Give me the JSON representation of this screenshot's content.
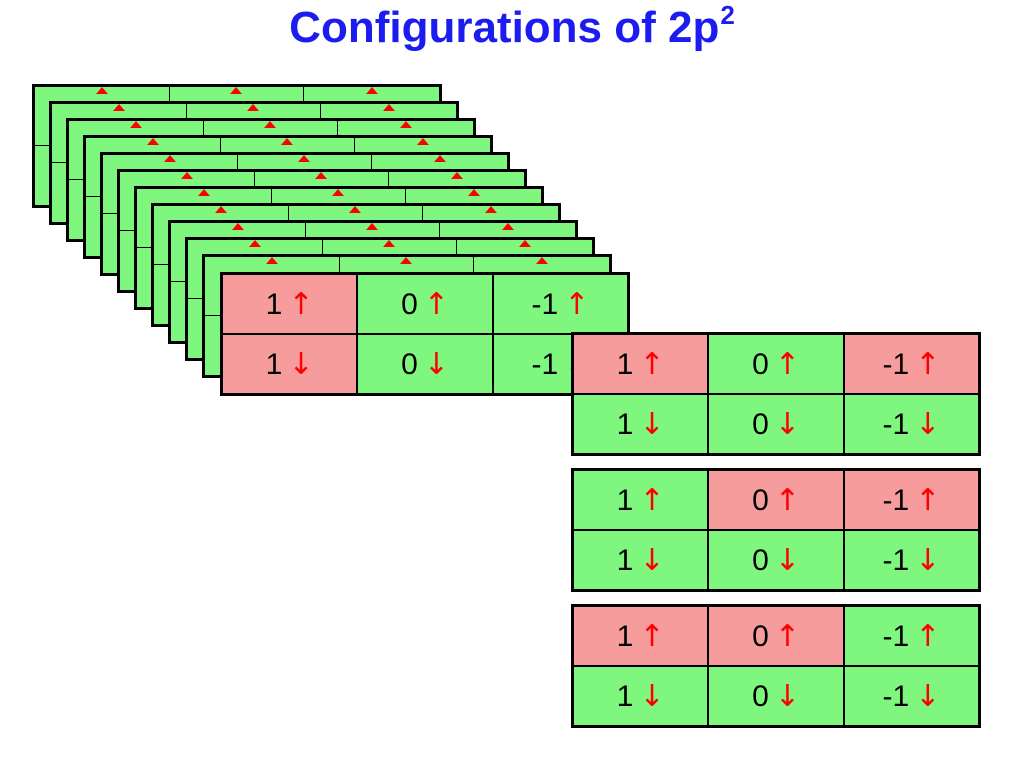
{
  "title": {
    "text": "Configurations of 2p",
    "superscript": "2"
  },
  "colors": {
    "title": "#1c1cf0",
    "empty_cell": "#7ff77f",
    "occupied_cell": "#f79c9c",
    "arrow": "#ff0000",
    "border": "#000000"
  },
  "stack": {
    "back_layer_count": 11
  },
  "config_tables": [
    {
      "rows": [
        [
          {
            "ml": "1",
            "spin": "↑",
            "occupied": true
          },
          {
            "ml": "0",
            "spin": "↑",
            "occupied": false
          },
          {
            "ml": "-1",
            "spin": "↑",
            "occupied": false
          }
        ],
        [
          {
            "ml": "1",
            "spin": "↓",
            "occupied": true
          },
          {
            "ml": "0",
            "spin": "↓",
            "occupied": false
          },
          {
            "ml": "-1",
            "spin": "↓",
            "occupied": false
          }
        ]
      ]
    },
    {
      "rows": [
        [
          {
            "ml": "1",
            "spin": "↑",
            "occupied": true
          },
          {
            "ml": "0",
            "spin": "↑",
            "occupied": false
          },
          {
            "ml": "-1",
            "spin": "↑",
            "occupied": true
          }
        ],
        [
          {
            "ml": "1",
            "spin": "↓",
            "occupied": false
          },
          {
            "ml": "0",
            "spin": "↓",
            "occupied": false
          },
          {
            "ml": "-1",
            "spin": "↓",
            "occupied": false
          }
        ]
      ]
    },
    {
      "rows": [
        [
          {
            "ml": "1",
            "spin": "↑",
            "occupied": false
          },
          {
            "ml": "0",
            "spin": "↑",
            "occupied": true
          },
          {
            "ml": "-1",
            "spin": "↑",
            "occupied": true
          }
        ],
        [
          {
            "ml": "1",
            "spin": "↓",
            "occupied": false
          },
          {
            "ml": "0",
            "spin": "↓",
            "occupied": false
          },
          {
            "ml": "-1",
            "spin": "↓",
            "occupied": false
          }
        ]
      ]
    },
    {
      "rows": [
        [
          {
            "ml": "1",
            "spin": "↑",
            "occupied": true
          },
          {
            "ml": "0",
            "spin": "↑",
            "occupied": true
          },
          {
            "ml": "-1",
            "spin": "↑",
            "occupied": false
          }
        ],
        [
          {
            "ml": "1",
            "spin": "↓",
            "occupied": false
          },
          {
            "ml": "0",
            "spin": "↓",
            "occupied": false
          },
          {
            "ml": "-1",
            "spin": "↓",
            "occupied": false
          }
        ]
      ]
    }
  ]
}
